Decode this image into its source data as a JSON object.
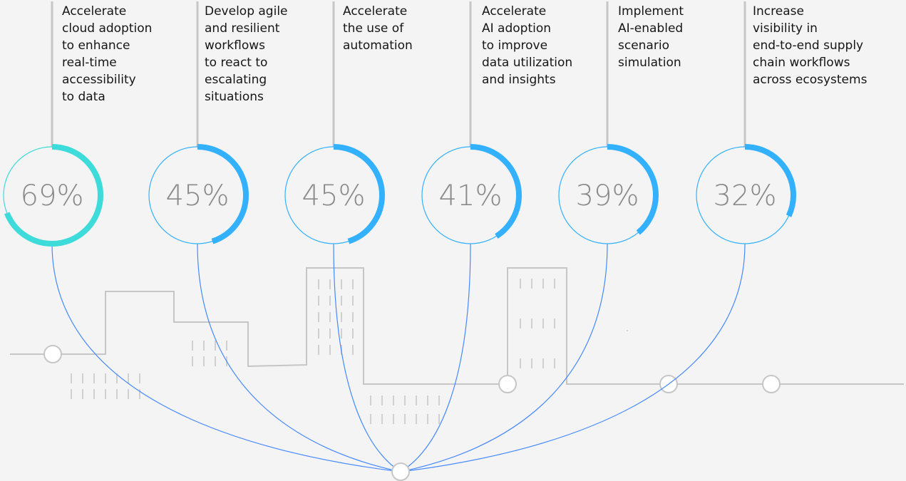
{
  "colors": {
    "background": "#f4f4f4",
    "accent_first": "#3ddbd9",
    "accent": "#33b1ff",
    "connector_line": "#4589ff",
    "building_line": "#c6c6c6",
    "text": "#161616",
    "percent_text": "#8a8a8a"
  },
  "items": [
    {
      "label": "Accelerate\ncloud adoption\nto enhance\nreal-time\naccessibility\nto data",
      "percent_text": "69%",
      "percent": 69
    },
    {
      "label": "Develop agile\nand resilient\nworkflows\nto react to\nescalating\nsituations",
      "percent_text": "45%",
      "percent": 45
    },
    {
      "label": "Accelerate\nthe use of\nautomation",
      "percent_text": "45%",
      "percent": 45
    },
    {
      "label": "Accelerate\nAI adoption\nto improve\ndata utilization\nand insights",
      "percent_text": "41%",
      "percent": 41
    },
    {
      "label": "Implement\nAI-enabled\nscenario\nsimulation",
      "percent_text": "39%",
      "percent": 39
    },
    {
      "label": "Increase\nvisibility in\nend-to-end supply\nchain workflows\nacross ecosystems",
      "percent_text": "32%",
      "percent": 32
    }
  ]
}
